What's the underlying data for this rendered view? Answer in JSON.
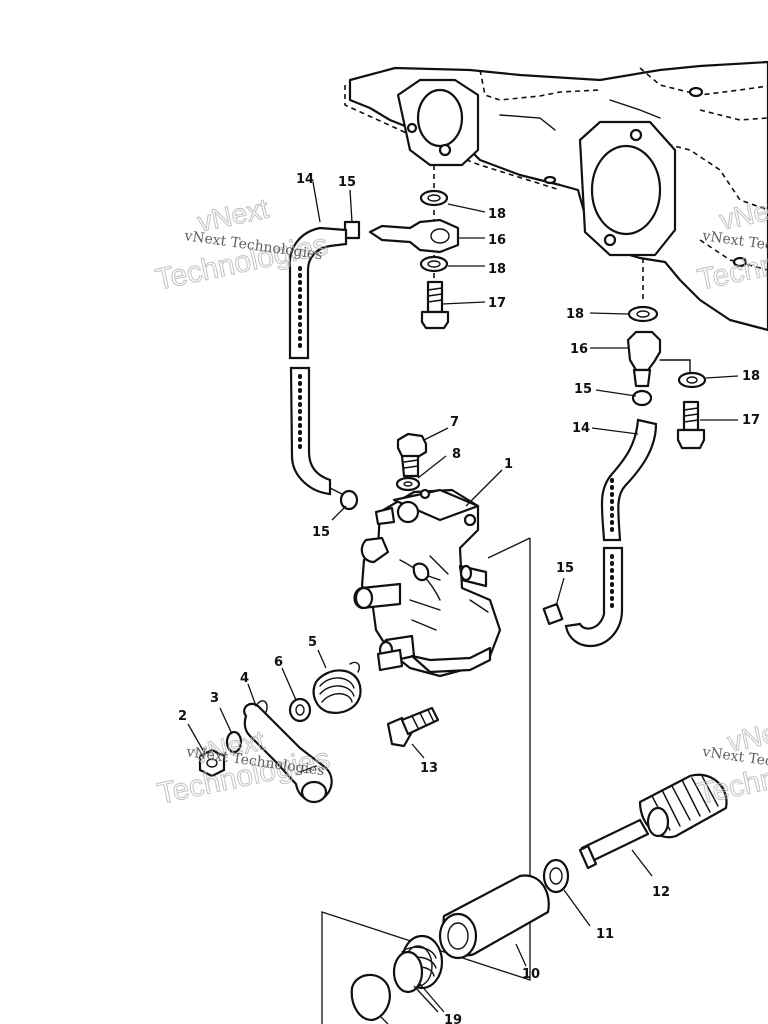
{
  "watermark": {
    "brand_big": "vNext",
    "brand_word": "Technologies",
    "brand_small": "vNext Technologies"
  },
  "callouts": {
    "c1": "1",
    "c2": "2",
    "c3": "3",
    "c4": "4",
    "c5": "5",
    "c6": "6",
    "c7": "7",
    "c8": "8",
    "c10": "10",
    "c11": "11",
    "c12": "12",
    "c13": "13",
    "c14": "14",
    "c15": "15",
    "c16": "16",
    "c17": "17",
    "c18": "18",
    "c19": "19"
  }
}
